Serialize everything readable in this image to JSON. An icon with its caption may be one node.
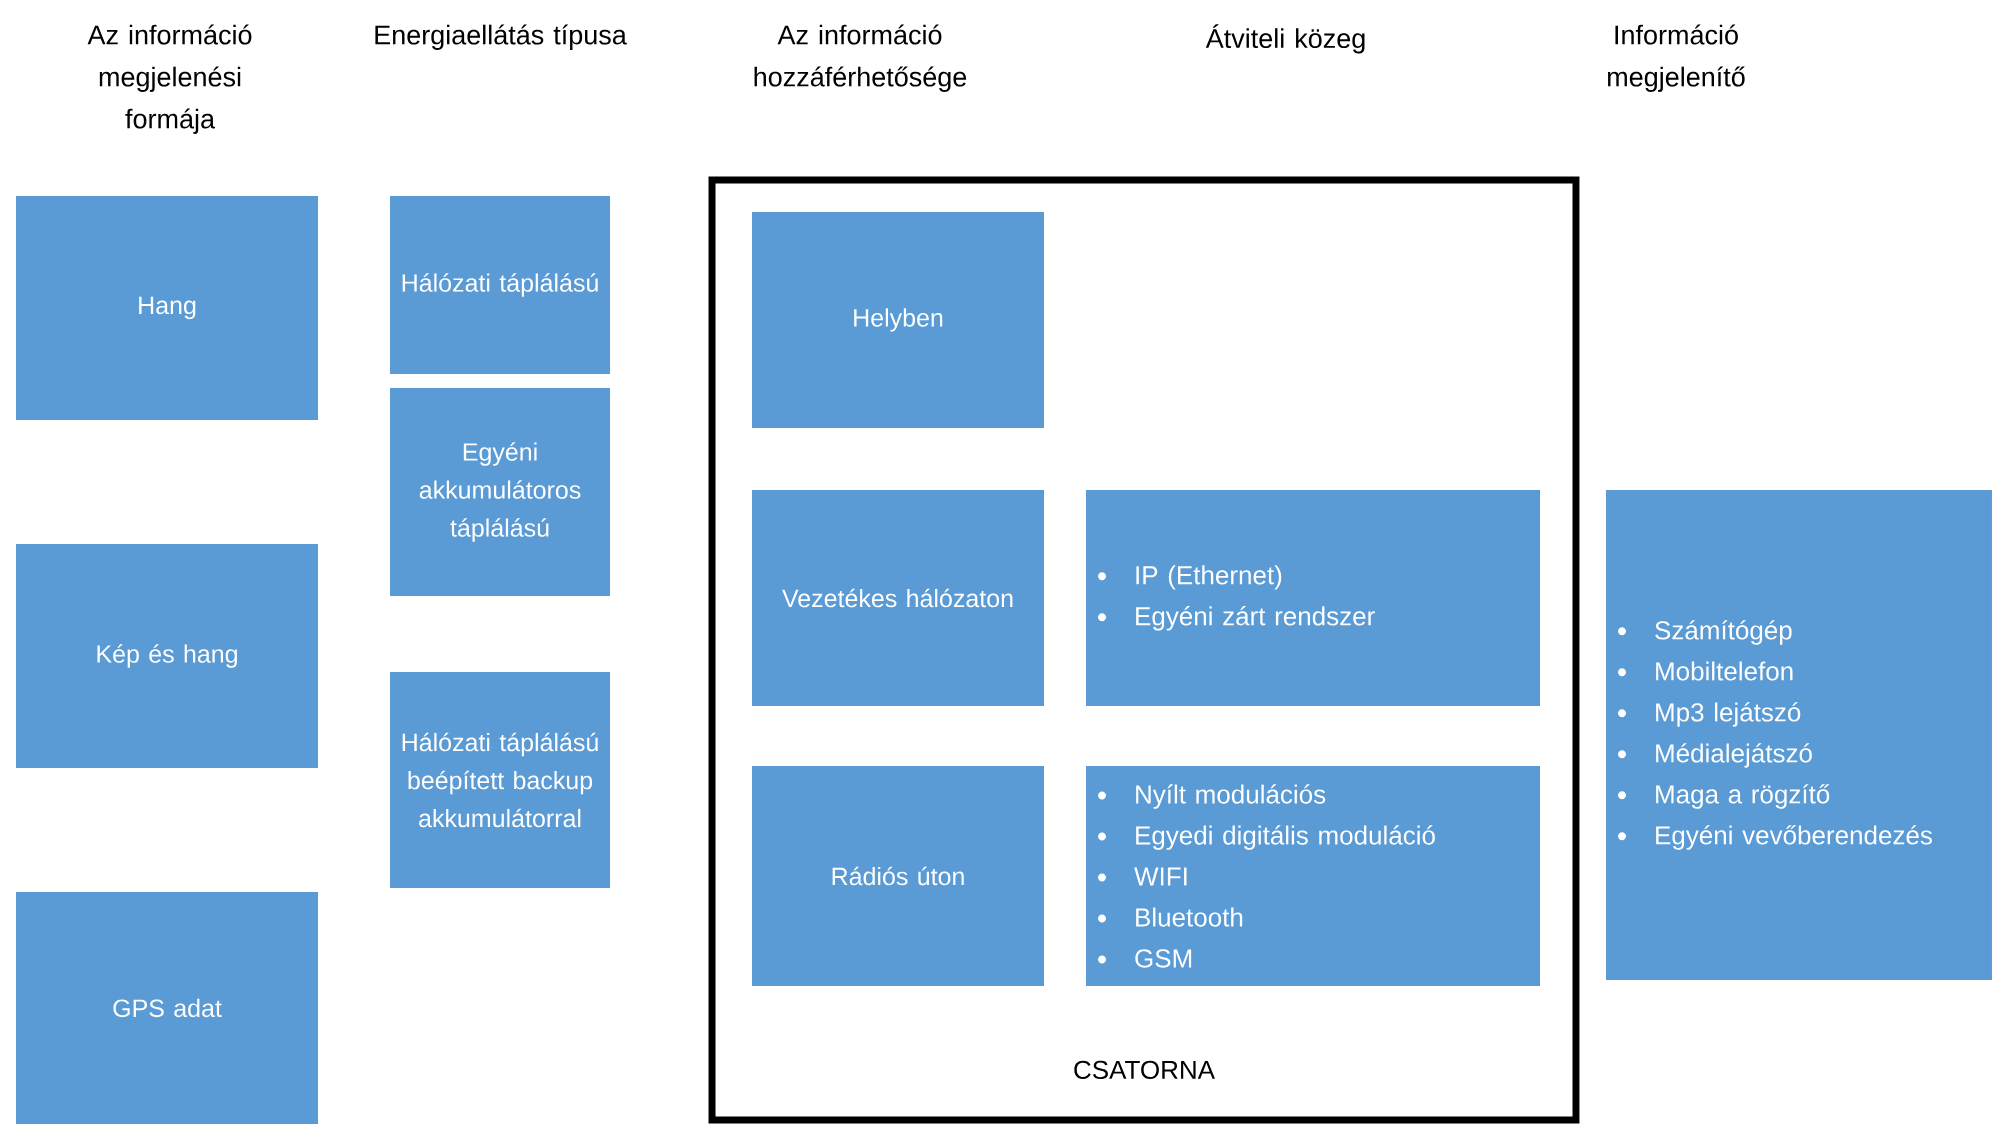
{
  "diagram": {
    "nodes": [
      {
        "text": [
          "Hang"
        ]
      },
      {
        "text": [
          "Kép és hang"
        ]
      },
      {
        "text": [
          "GPS adat"
        ]
      },
      {
        "text": [
          "Hálózati táplálású"
        ]
      },
      {
        "text": [
          "Egyéni akkumulátoros táplálású"
        ]
      },
      {
        "text": [
          "Hálózati táplálású beépített backup akkumulátorral"
        ]
      },
      {
        "text": [
          "CSATORNA"
        ]
      },
      {
        "text": [
          "Helyben"
        ],
        "in": 6
      },
      {
        "text": [
          "Vezetékes hálózaton"
        ],
        "in": 6
      },
      {
        "text": [
          "Rádiós úton"
        ],
        "in": 6
      },
      {
        "text": [
          "IP (Ethernet)",
          "Egyéni zárt rendszer"
        ],
        "in": 6
      },
      {
        "text": [
          "Nyílt modulációs",
          "Egyedi digitális moduláció",
          "WIFI",
          "Bluetooth",
          "GSM"
        ],
        "in": 6
      },
      {
        "text": [
          "Számítógép",
          "Mobiltelefon",
          "Mp3 lejátszó",
          "Médialejátszó",
          "Maga a rögzítő",
          "Egyéni vevőberendezés"
        ]
      }
    ],
    "labels": [
      "Az információ megjelenési formája",
      "Energiaellátás típusa",
      "Az információ hozzáférhetősége",
      "Átviteli közeg",
      "Információ megjelenítő"
    ]
  }
}
